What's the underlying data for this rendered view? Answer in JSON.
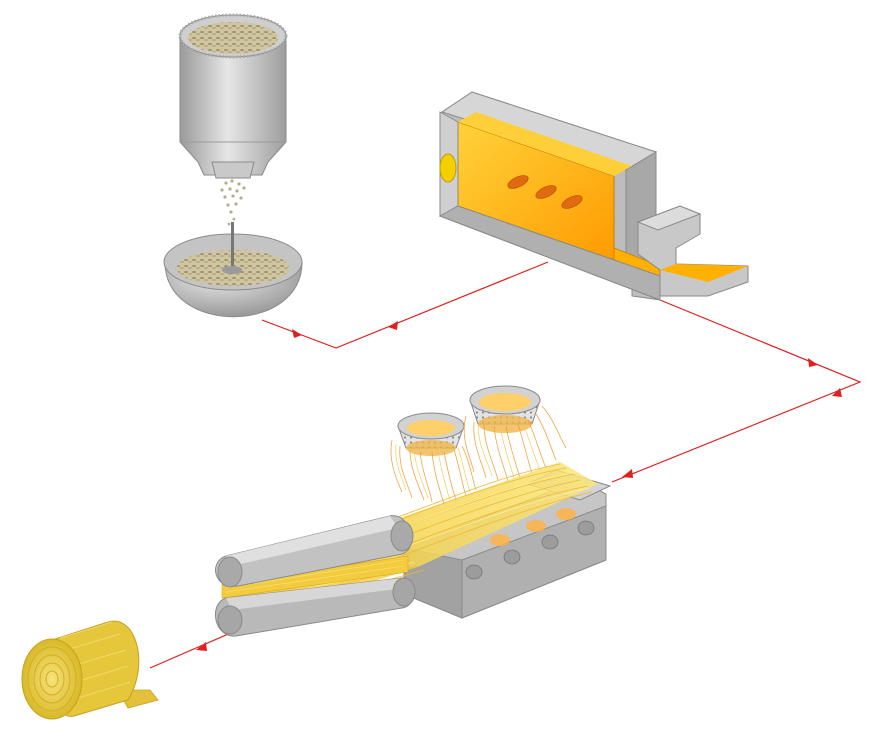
{
  "diagram": {
    "stages": [
      {
        "id": "silo",
        "icon": "silo-icon"
      },
      {
        "id": "mixer",
        "icon": "mixing-bowl-icon"
      },
      {
        "id": "furnace",
        "icon": "furnace-icon"
      },
      {
        "id": "spinner",
        "icon": "fiberizing-spinner-icon"
      },
      {
        "id": "conveyor",
        "icon": "conveyor-icon"
      },
      {
        "id": "curing-press",
        "icon": "curing-press-icon"
      },
      {
        "id": "roll",
        "icon": "insulation-roll-icon"
      }
    ],
    "flow_order": [
      "silo",
      "mixer",
      "furnace",
      "spinner",
      "conveyor",
      "curing-press",
      "roll"
    ]
  },
  "colors": {
    "metal_light": "#d9d9d9",
    "metal_mid": "#b3b3b3",
    "metal_dark": "#8c8c8c",
    "molten": "#ffb000",
    "molten_light": "#ffe14d",
    "fiber": "#f3d34a",
    "fiber_orange": "#f29a2e",
    "flow_line": "#e02020",
    "raw_material": "#b8ad8a"
  }
}
